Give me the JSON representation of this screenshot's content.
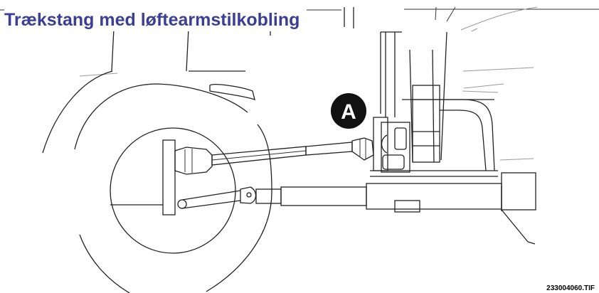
{
  "title": "Trækstang med løftearmstilkobling",
  "callout": {
    "label": "A"
  },
  "filename": "233004060.TIF"
}
